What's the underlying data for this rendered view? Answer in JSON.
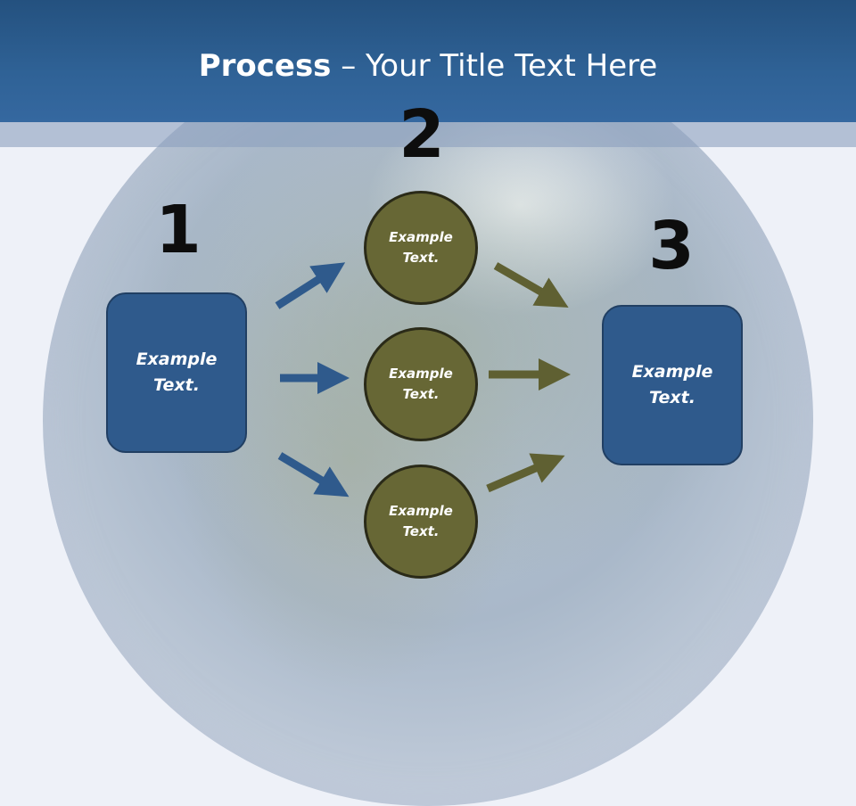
{
  "title": {
    "bold": "Process",
    "rest": " – Your Title Text Here"
  },
  "steps": [
    {
      "number": "1",
      "label": "Example Text."
    },
    {
      "number": "2",
      "items": [
        "Example Text.",
        "Example Text.",
        "Example Text."
      ]
    },
    {
      "number": "3",
      "label": "Example Text."
    }
  ],
  "colors": {
    "header": "#2f6296",
    "box": "#2f5a8c",
    "circle": "#676735",
    "arrow_blue": "#2f5a8c",
    "arrow_olive": "#5f6032"
  }
}
